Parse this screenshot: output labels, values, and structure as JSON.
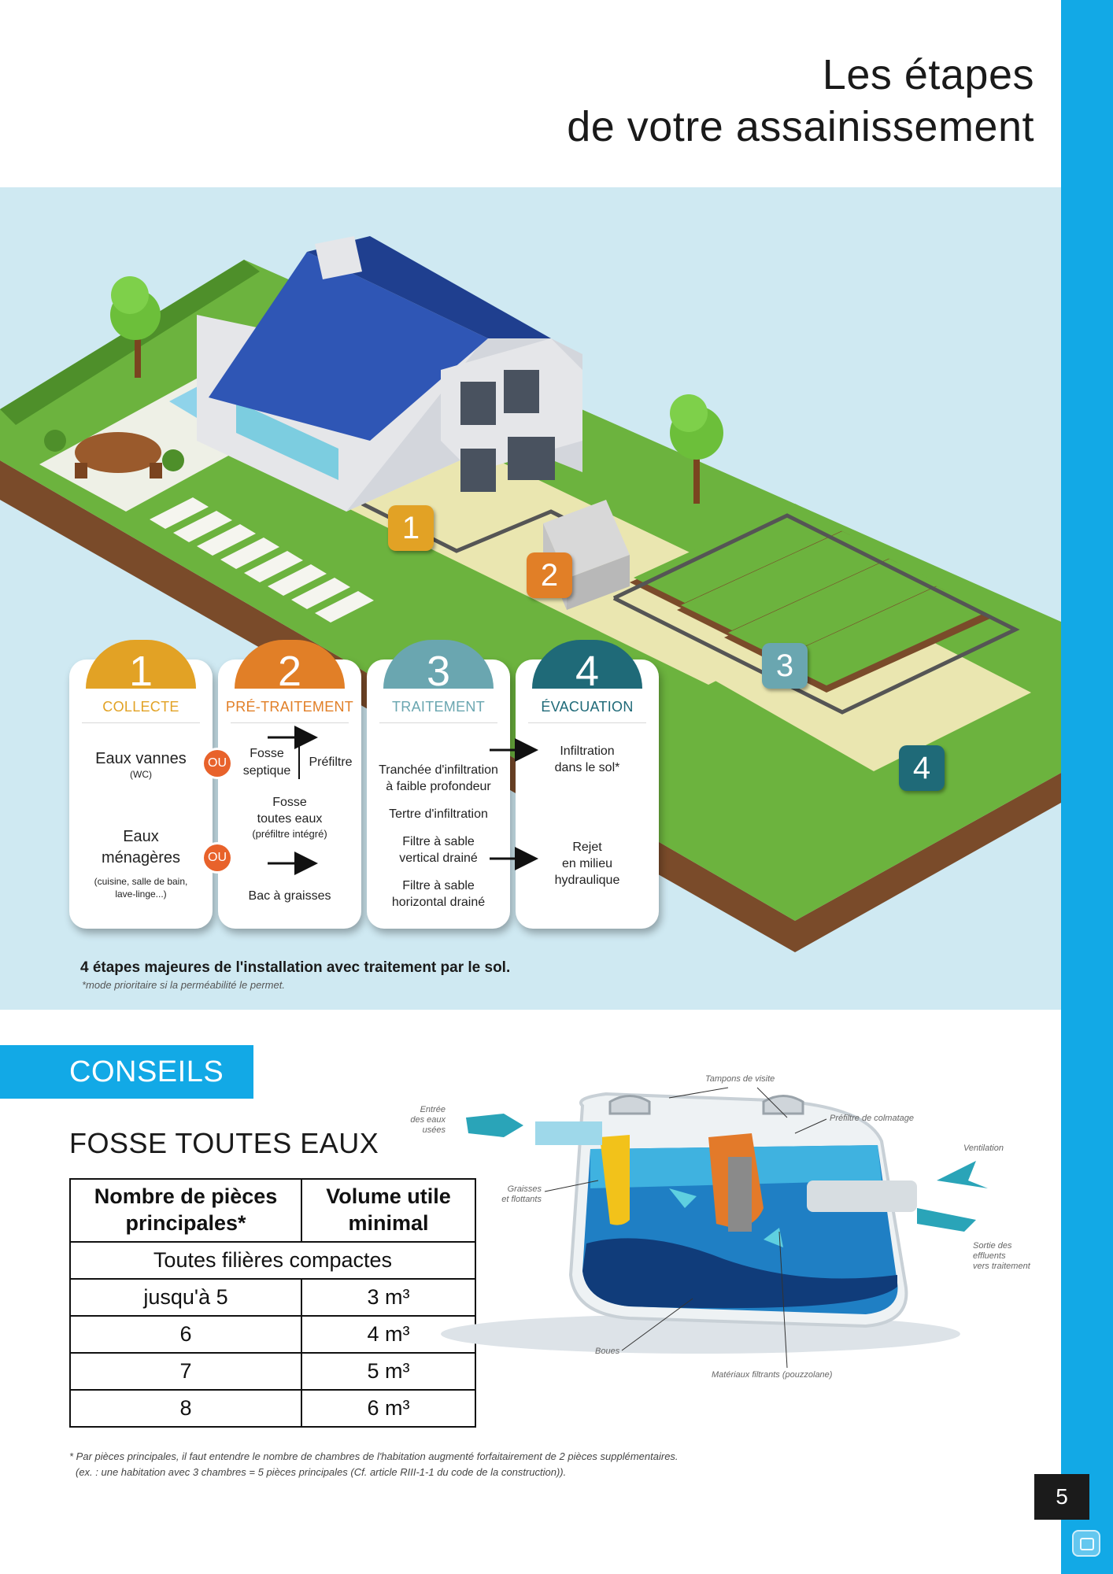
{
  "title": {
    "line1": "Les étapes",
    "line2": "de votre assainissement"
  },
  "colors": {
    "collecte": "#e2a225",
    "pretraitement": "#e17f27",
    "traitement": "#6aa6b0",
    "evacuation": "#1f6a78",
    "accent": "#12a9e6",
    "ou": "#e8622b"
  },
  "markers": [
    "1",
    "2",
    "3",
    "4"
  ],
  "steps": [
    {
      "number": "1",
      "heading": "COLLECTE"
    },
    {
      "number": "2",
      "heading": "PRÉ-TRAITEMENT"
    },
    {
      "number": "3",
      "heading": "TRAITEMENT"
    },
    {
      "number": "4",
      "heading": "ÉVACUATION"
    }
  ],
  "collecte": {
    "eaux_vannes": "Eaux vannes",
    "wc": "(WC)",
    "eaux_menageres_1": "Eaux",
    "eaux_menageres_2": "ménagères",
    "menageres_note_1": "(cuisine, salle de bain,",
    "menageres_note_2": "lave-linge...)",
    "ou": "OU"
  },
  "pretraitement": {
    "fosse_septique_1": "Fosse",
    "fosse_septique_2": "septique",
    "prefiltre": "Préfiltre",
    "fosse_toutes_1": "Fosse",
    "fosse_toutes_2": "toutes eaux",
    "prefiltre_integre": "(préfiltre intégré)",
    "bac": "Bac à graisses"
  },
  "traitement": {
    "tranchee_1": "Tranchée d'infiltration",
    "tranchee_2": "à faible profondeur",
    "tertre": "Tertre d'infiltration",
    "filtre_vertical_1": "Filtre à sable",
    "filtre_vertical_2": "vertical drainé",
    "filtre_horizontal_1": "Filtre à sable",
    "filtre_horizontal_2": "horizontal drainé"
  },
  "evacuation": {
    "infiltration_1": "Infiltration",
    "infiltration_2": "dans le sol*",
    "rejet_1": "Rejet",
    "rejet_2": "en milieu",
    "rejet_3": "hydraulique"
  },
  "caption": "4 étapes majeures de l'installation avec traitement par le sol.",
  "caption_note": "*mode prioritaire si la perméabilité le permet.",
  "conseils": "CONSEILS",
  "fosse_title": "FOSSE TOUTES EAUX",
  "table": {
    "header_a_1": "Nombre de pièces",
    "header_a_2": "principales*",
    "header_b_1": "Volume utile",
    "header_b_2": "minimal",
    "subheader": "Toutes filières compactes",
    "rows": [
      {
        "pieces": "jusqu'à 5",
        "volume": "3 m³"
      },
      {
        "pieces": "6",
        "volume": "4 m³"
      },
      {
        "pieces": "7",
        "volume": "5 m³"
      },
      {
        "pieces": "8",
        "volume": "6 m³"
      }
    ]
  },
  "footnote_1": "* Par pièces principales, il faut entendre le nombre de chambres de l'habitation augmenté forfaitairement de 2 pièces supplémentaires.",
  "footnote_2": "(ex. : une habitation avec 3 chambres = 5 pièces principales (Cf. article RIII-1-1 du code de la construction)).",
  "tank_labels": {
    "entree_1": "Entrée",
    "entree_2": "des eaux",
    "entree_3": "usées",
    "tampons": "Tampons de visite",
    "prefiltre": "Préfiltre de colmatage",
    "ventilation": "Ventilation",
    "graisses_1": "Graisses",
    "graisses_2": "et flottants",
    "sortie_1": "Sortie des",
    "sortie_2": "effluents",
    "sortie_3": "vers traitement",
    "boues": "Boues",
    "materiaux": "Matériaux filtrants (pouzzolane)"
  },
  "page_number": "5"
}
